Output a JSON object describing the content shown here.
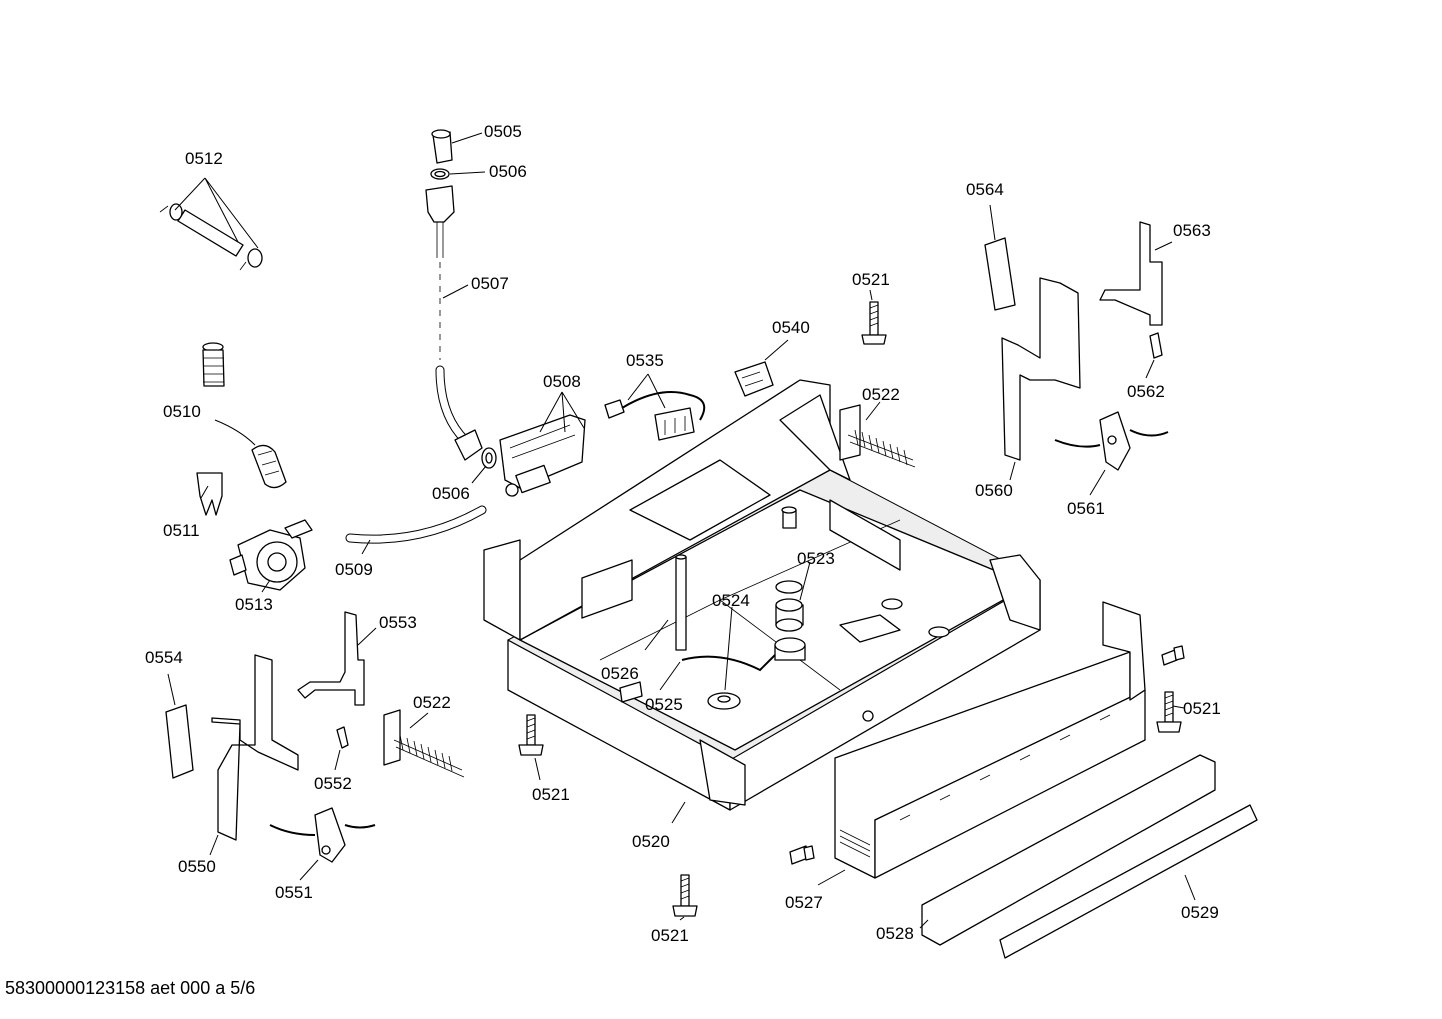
{
  "footer": {
    "text": "58300000123158 aet 000 a 5/6"
  },
  "labels": {
    "l0505": "0505",
    "l0506a": "0506",
    "l0506b": "0506",
    "l0507": "0507",
    "l0508": "0508",
    "l0509": "0509",
    "l0510": "0510",
    "l0511": "0511",
    "l0512": "0512",
    "l0513": "0513",
    "l0520": "0520",
    "l0521a": "0521",
    "l0521b": "0521",
    "l0521c": "0521",
    "l0521d": "0521",
    "l0522a": "0522",
    "l0522b": "0522",
    "l0523": "0523",
    "l0524": "0524",
    "l0525": "0525",
    "l0526": "0526",
    "l0527": "0527",
    "l0528": "0528",
    "l0529": "0529",
    "l0535": "0535",
    "l0540": "0540",
    "l0550": "0550",
    "l0551": "0551",
    "l0552": "0552",
    "l0553": "0553",
    "l0554": "0554",
    "l0560": "0560",
    "l0561": "0561",
    "l0562": "0562",
    "l0563": "0563",
    "l0564": "0564"
  }
}
